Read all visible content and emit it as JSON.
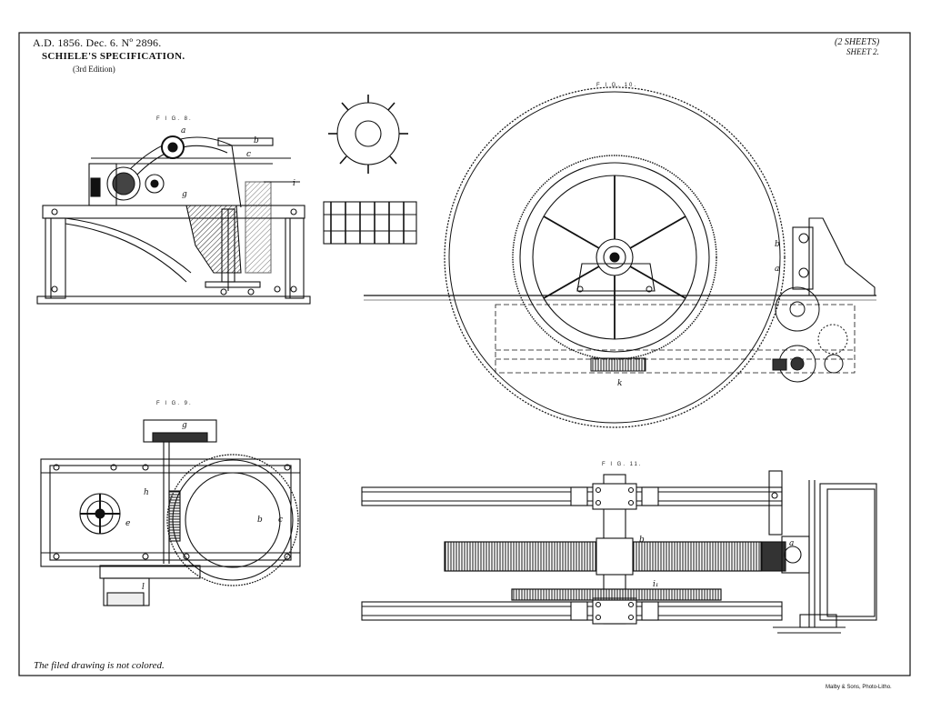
{
  "header": {
    "line1": "A.D. 1856. Dec. 6. Nº 2896.",
    "line2": "SCHIELE'S SPECIFICATION.",
    "line3": "(3rd Edition)",
    "sheets": "(2 SHEETS)",
    "sheet_no": "SHEET 2."
  },
  "figures": {
    "fig8": "F I G. 8.",
    "fig9": "F I G. 9.",
    "fig10": "F I G. 10.",
    "fig11": "F I G. 11."
  },
  "letters": {
    "a": "a",
    "b": "b",
    "c": "c",
    "e": "e",
    "g": "g",
    "h": "h",
    "i": "i",
    "k": "k",
    "l": "l",
    "i1": "i₁"
  },
  "footer": {
    "note": "The filed drawing is not colored.",
    "printer": "Malby & Sons, Photo-Litho."
  }
}
